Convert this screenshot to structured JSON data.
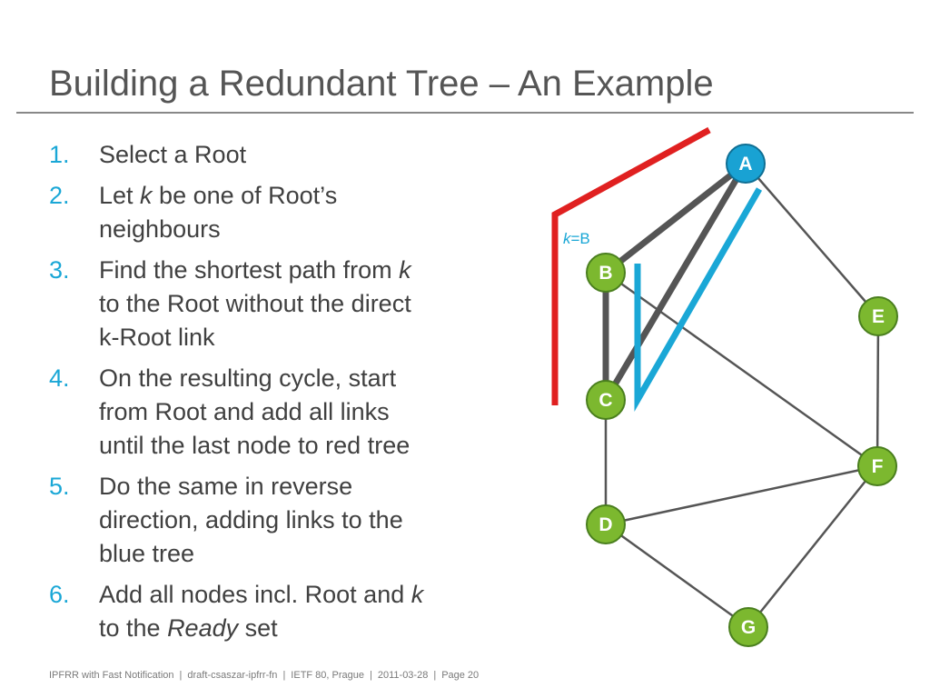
{
  "slide": {
    "title": "Building a Redundant Tree – An Example"
  },
  "steps": [
    {
      "number": "1.",
      "lines": [
        [
          {
            "t": "Select a Root"
          }
        ]
      ]
    },
    {
      "number": "2.",
      "lines": [
        [
          {
            "t": "Let "
          },
          {
            "t": "k",
            "i": true
          },
          {
            "t": " be one of Root’s"
          }
        ],
        [
          {
            "t": "neighbours"
          }
        ]
      ]
    },
    {
      "number": "3.",
      "lines": [
        [
          {
            "t": "Find the shortest path from "
          },
          {
            "t": "k",
            "i": true
          }
        ],
        [
          {
            "t": "to the Root without the direct"
          }
        ],
        [
          {
            "t": "k-Root link"
          }
        ]
      ]
    },
    {
      "number": "4.",
      "lines": [
        [
          {
            "t": "On the resulting cycle, start"
          }
        ],
        [
          {
            "t": "from Root and add all links"
          }
        ],
        [
          {
            "t": "until the last node to red tree"
          }
        ]
      ]
    },
    {
      "number": "5.",
      "lines": [
        [
          {
            "t": "Do the same in reverse"
          }
        ],
        [
          {
            "t": "direction, adding links to the"
          }
        ],
        [
          {
            "t": "blue tree"
          }
        ]
      ]
    },
    {
      "number": "6.",
      "lines": [
        [
          {
            "t": "Add all nodes incl. Root and "
          },
          {
            "t": "k",
            "i": true
          }
        ],
        [
          {
            "t": "to the "
          },
          {
            "t": "Ready",
            "i": true
          },
          {
            "t": " set"
          }
        ]
      ]
    }
  ],
  "diagram": {
    "k_label": {
      "k": "k",
      "rest": "=B"
    },
    "nodes": [
      {
        "id": "A",
        "label": "A",
        "role": "root",
        "color": "#19a2d3"
      },
      {
        "id": "B",
        "label": "B",
        "role": "node",
        "color": "#7cb82f"
      },
      {
        "id": "C",
        "label": "C",
        "role": "node",
        "color": "#7cb82f"
      },
      {
        "id": "D",
        "label": "D",
        "role": "node",
        "color": "#7cb82f"
      },
      {
        "id": "E",
        "label": "E",
        "role": "node",
        "color": "#7cb82f"
      },
      {
        "id": "F",
        "label": "F",
        "role": "node",
        "color": "#7cb82f"
      },
      {
        "id": "G",
        "label": "G",
        "role": "node",
        "color": "#7cb82f"
      }
    ],
    "edges": [
      {
        "from": "A",
        "to": "B",
        "style": "thick"
      },
      {
        "from": "A",
        "to": "C",
        "style": "thick"
      },
      {
        "from": "B",
        "to": "C",
        "style": "thick"
      },
      {
        "from": "A",
        "to": "E",
        "style": "thin"
      },
      {
        "from": "B",
        "to": "F",
        "style": "thin"
      },
      {
        "from": "C",
        "to": "D",
        "style": "thin"
      },
      {
        "from": "E",
        "to": "F",
        "style": "thin"
      },
      {
        "from": "D",
        "to": "F",
        "style": "thin"
      },
      {
        "from": "D",
        "to": "G",
        "style": "thin"
      },
      {
        "from": "F",
        "to": "G",
        "style": "thin"
      }
    ],
    "colors": {
      "red_tree": "#e02020",
      "blue_tree": "#1aa7d6",
      "thick_edge": "#555555",
      "thin_edge": "#555555",
      "node_stroke": "#4a7f1e"
    }
  },
  "footer": {
    "items": [
      "IPFRR with Fast Notification",
      "draft-csaszar-ipfrr-fn",
      "IETF 80, Prague",
      "2011-03-28",
      "Page 20"
    ],
    "separator": "|"
  }
}
